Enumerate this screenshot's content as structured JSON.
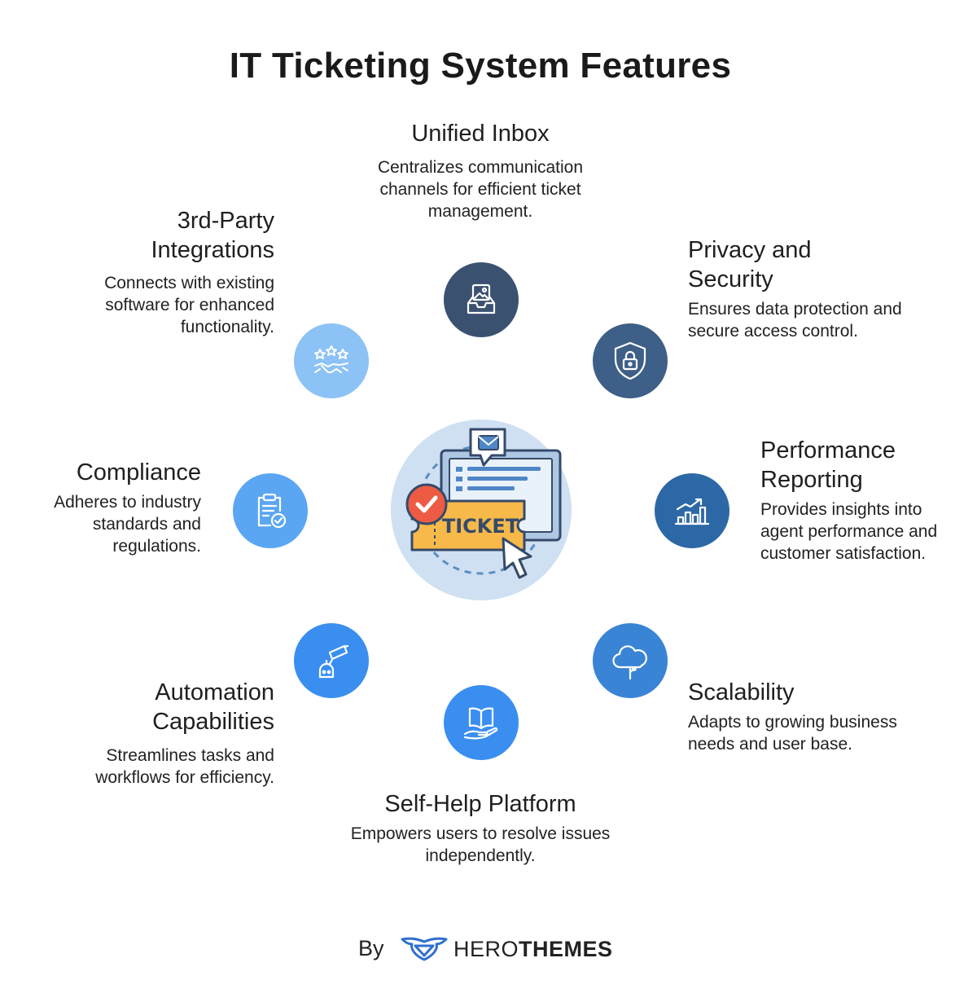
{
  "title": "IT Ticketing System Features",
  "hub": {
    "ticket_label": "TICKET"
  },
  "features": {
    "unified_inbox": {
      "title": "Unified Inbox",
      "desc": "Centralizes communication channels for efficient ticket management.",
      "color": "#3a5170"
    },
    "privacy_security": {
      "title": "Privacy and Security",
      "desc": "Ensures data protection and secure access control.",
      "color": "#3e5f87"
    },
    "performance_reporting": {
      "title": "Performance Reporting",
      "desc": "Provides insights into agent performance and customer satisfaction.",
      "color": "#2d68a6"
    },
    "scalability": {
      "title": "Scalability",
      "desc": "Adapts to growing business needs and user base.",
      "color": "#3a84d6"
    },
    "self_help": {
      "title": "Self-Help Platform",
      "desc": "Empowers users to resolve issues independently.",
      "color": "#3a8ef0"
    },
    "automation": {
      "title": "Automation Capabilities",
      "desc": "Streamlines tasks and workflows for efficiency.",
      "color": "#3a8ef0"
    },
    "compliance": {
      "title": "Compliance",
      "desc": "Adheres to industry standards and regulations.",
      "color": "#5aa6f2"
    },
    "integrations": {
      "title": "3rd-Party Integrations",
      "desc": "Connects with existing software for enhanced functionality.",
      "color": "#8cc2f5"
    }
  },
  "footer": {
    "by": "By",
    "brand_light": "HERO",
    "brand_bold": "THEMES"
  },
  "icons": [
    "inbox-icon",
    "shield-lock-icon",
    "bar-chart-icon",
    "cloud-icon",
    "book-hand-icon",
    "robot-camera-icon",
    "clipboard-check-icon",
    "stars-handshake-icon",
    "ticket-icon",
    "herothemes-logo-icon"
  ]
}
